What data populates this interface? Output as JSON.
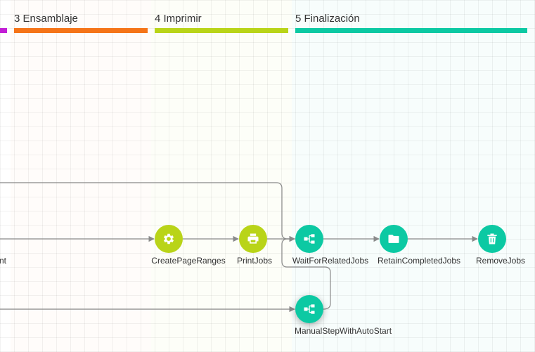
{
  "stages": [
    {
      "id": "prev",
      "label": "",
      "color": "#c21fd6"
    },
    {
      "id": "ensamblaje",
      "label": "3 Ensamblaje",
      "color": "#f57418"
    },
    {
      "id": "imprimir",
      "label": "4 Imprimir",
      "color": "#b9d418"
    },
    {
      "id": "finalizacion",
      "label": "5 Finalización",
      "color": "#0cc9a3"
    }
  ],
  "nodes": [
    {
      "id": "createpageranges",
      "label": "CreatePageRanges",
      "icon": "gear-icon",
      "color": "#b9d418"
    },
    {
      "id": "printjobs",
      "label": "PrintJobs",
      "icon": "printer-icon",
      "color": "#b9d418"
    },
    {
      "id": "waitforrelatedjobs",
      "label": "WaitForRelatedJobs",
      "icon": "workflow-icon",
      "color": "#0cc9a3"
    },
    {
      "id": "retaincompletedjobs",
      "label": "RetainCompletedJobs",
      "icon": "folder-icon",
      "color": "#0cc9a3"
    },
    {
      "id": "removejobs",
      "label": "RemoveJobs",
      "icon": "trash-icon",
      "color": "#0cc9a3"
    },
    {
      "id": "manualstepwithautostart",
      "label": "ManualStepWithAutoStart",
      "icon": "workflow-icon",
      "color": "#0cc9a3"
    }
  ],
  "partial_label": "nt",
  "edge_color": "#8a8a8a"
}
